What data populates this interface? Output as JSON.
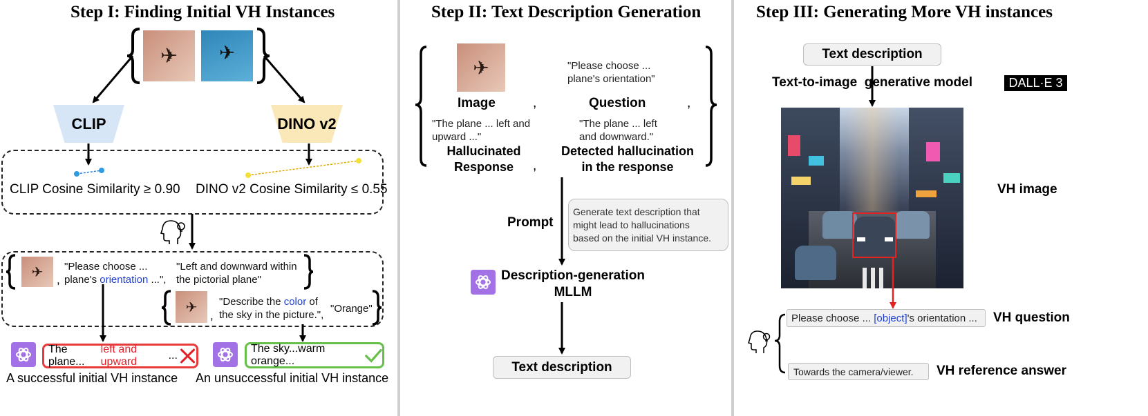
{
  "step1": {
    "title": "Step I: Finding Initial VH Instances",
    "clip_label": "CLIP",
    "dino_label": "DINO v2",
    "clip_similarity": "CLIP Cosine Similarity ≥ 0.90",
    "dino_similarity": "DINO v2 Cosine Similarity ≤ 0.55",
    "q1_part1": "\"Please   choose   ...",
    "q1_part2_pre": "plane's ",
    "q1_part2_highlight": "orientation",
    "q1_part2_post": " ...\",",
    "a1_line1": "\"Left and downward within",
    "a1_line2": "the pictorial plane\"",
    "q2_pre": "\"Describe the ",
    "q2_highlight": "color",
    "q2_post": " of",
    "q2_line2": "the sky in the picture.\",",
    "a2": "\"Orange\"",
    "comma": ",",
    "resp_fail_pre": "The plane...",
    "resp_fail_highlight": "left and upward",
    "resp_fail_post": "...",
    "resp_success": "The sky...warm orange...",
    "caption_success": "A successful initial VH instance",
    "caption_fail": "An unsuccessful initial VH instance"
  },
  "step2": {
    "title": "Step II: Text Description Generation",
    "question_text_line1": "\"Please   choose   ...",
    "question_text_line2": "plane's orientation\"",
    "image_label": "Image",
    "question_label": "Question",
    "comma": ",",
    "response_line1": "\"The plane ... left and",
    "response_line2": "upward ...\"",
    "detected_line1": "\"The  plane  ...  left",
    "detected_line2": "and downward.\"",
    "hallucinated_line1": "Hallucinated",
    "hallucinated_line2": "Response",
    "detected_label_line1": "Detected hallucination",
    "detected_label_line2": "in the response",
    "prompt_label": "Prompt",
    "prompt_text_line1": "Generate  text  description  that",
    "prompt_text_line2": "might   lead   to   hallucinations",
    "prompt_text_line3": "based on the initial VH instance.",
    "mllm_line1": "Description-generation",
    "mllm_line2": "MLLM",
    "output_label": "Text description"
  },
  "step3": {
    "title": "Step III: Generating More VH instances",
    "text_description": "Text description",
    "model_label": "Text-to-image  generative model",
    "dalle_badge": "DALL·E 3",
    "vh_image_label": "VH image",
    "vh_question_pre": "Please choose ... ",
    "vh_question_highlight": "[object]",
    "vh_question_post": "'s orientation ...",
    "vh_question_label": "VH question",
    "vh_answer": "Towards the camera/viewer.",
    "vh_answer_label": "VH reference answer"
  },
  "colors": {
    "clip_fill": "#d6e6f7",
    "dino_fill": "#fbe8b8",
    "highlight_blue": "#1f3fd4",
    "error_red": "#e0222a",
    "success_green": "#67c04a",
    "openai_purple": "#a371e6",
    "divider": "#cfcfcf"
  },
  "icons": [
    "airplane-icon",
    "openai-icon",
    "cross-icon",
    "check-icon",
    "thinking-head-icon",
    "lightbulb-icon"
  ]
}
